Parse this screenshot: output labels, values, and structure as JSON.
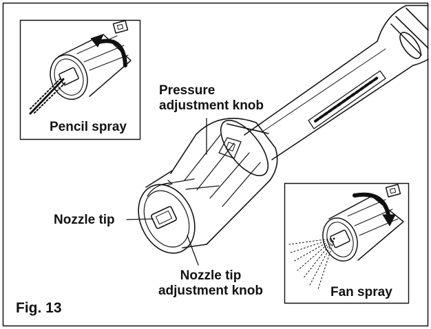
{
  "figure": {
    "caption": "Fig. 13",
    "labels": {
      "pressure_line1": "Pressure",
      "pressure_line2": "adjustment knob",
      "nozzle_tip": "Nozzle tip",
      "nozzle_knob_line1": "Nozzle tip",
      "nozzle_knob_line2": "adjustment knob"
    },
    "insets": {
      "pencil": "Pencil spray",
      "fan": "Fan spray"
    }
  },
  "colors": {
    "ink": "#111111",
    "background": "#ffffff"
  }
}
